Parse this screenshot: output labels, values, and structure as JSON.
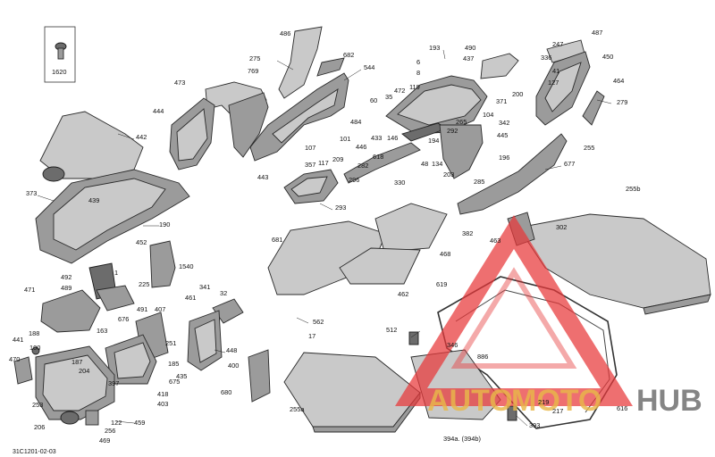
{
  "diagram": {
    "reference_code": "31C1201-02-03",
    "callouts": [
      "1620",
      "486",
      "275",
      "769",
      "682",
      "544",
      "473",
      "444",
      "442",
      "373",
      "439",
      "190",
      "452",
      "193",
      "490",
      "437",
      "6",
      "8",
      "247",
      "336",
      "487",
      "41",
      "450",
      "127",
      "200",
      "464",
      "279",
      "255",
      "60",
      "35",
      "472",
      "119",
      "371",
      "104",
      "342",
      "265",
      "292",
      "445",
      "484",
      "433",
      "146",
      "194",
      "134",
      "48",
      "203",
      "196",
      "285",
      "677",
      "101",
      "446",
      "107",
      "117",
      "209",
      "618",
      "282",
      "357",
      "296",
      "443",
      "330",
      "293",
      "255b",
      "302",
      "463",
      "382",
      "681",
      "468",
      "462",
      "562",
      "17",
      "1540",
      "341",
      "32",
      "461",
      "492",
      "1",
      "225",
      "489",
      "471",
      "163",
      "491",
      "407",
      "676",
      "251",
      "448",
      "400",
      "185",
      "435",
      "680",
      "188",
      "441",
      "100",
      "470",
      "187",
      "204",
      "397",
      "418",
      "675",
      "403",
      "253",
      "122",
      "256",
      "206",
      "469",
      "459",
      "619",
      "512",
      "346",
      "886",
      "393",
      "219",
      "217",
      "616",
      "255a",
      "394a. (394b)"
    ]
  },
  "watermark": {
    "part1": "AUTO",
    "part2": "MOTO",
    "part3": "HUB",
    "colors": {
      "red": "#e8383a",
      "yellow": "#e8b84a",
      "dark": "#6b6b6b"
    }
  }
}
